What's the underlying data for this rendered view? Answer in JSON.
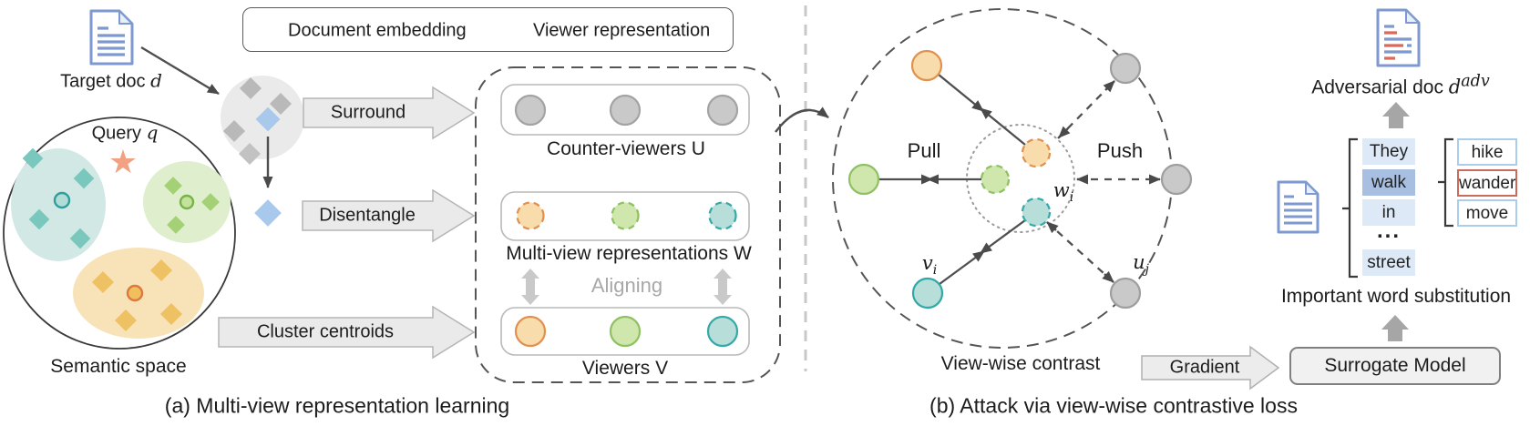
{
  "figure": {
    "caption_a": "(a) Multi-view representation learning",
    "caption_b": "(b) Attack via view-wise contrastive loss"
  },
  "legend": {
    "document_embedding": "Document embedding",
    "viewer_representation": "Viewer representation"
  },
  "panel_a": {
    "target_doc_prefix": "Target doc ",
    "target_doc_math": "d",
    "query_prefix": "Query ",
    "query_math": "q",
    "semantic_space": "Semantic space",
    "surround": "Surround",
    "disentangle": "Disentangle",
    "cluster_centroids": "Cluster centroids",
    "counter_viewers": "Counter-viewers U",
    "multi_view": "Multi-view representations W",
    "aligning": "Aligning",
    "viewers": "Viewers V"
  },
  "panel_b": {
    "pull": "Pull",
    "push": "Push",
    "w_base": "w",
    "w_sub": "i",
    "v_base": "v",
    "v_sub": "i",
    "u_base": "u",
    "u_sub": "j",
    "view_wise_contrast": "View-wise contrast",
    "gradient": "Gradient",
    "surrogate_model": "Surrogate Model",
    "important_word_substitution": "Important word substitution",
    "adversarial_prefix": "Adversarial doc ",
    "adversarial_math": "d",
    "adversarial_sup": "adv",
    "doc_words": [
      "They",
      "walk",
      "in",
      "...",
      "street"
    ],
    "selected_word": "walk",
    "candidates": [
      "hike",
      "wander",
      "move"
    ],
    "selected_candidate": "wander",
    "query_star": "★"
  },
  "colors": {
    "doc_icon_blue": "#7d99cf",
    "embedding_blue": "#a9c9ec",
    "orange_fill": "#f8dcab",
    "orange_stroke": "#e0914f",
    "green_fill": "#cfe6ad",
    "green_stroke": "#8fc163",
    "teal_fill": "#b8ded9",
    "teal_stroke": "#35a9a9",
    "gray_fill": "#c9c9c9",
    "gray_stroke": "#9e9e9e",
    "star_orange": "#f2a183",
    "substitution_red": "#cc6b5a",
    "chip_blue": "#dde9f7",
    "chip_selected_blue": "#a9bfe2",
    "divider_gray": "#c8c8c8"
  }
}
